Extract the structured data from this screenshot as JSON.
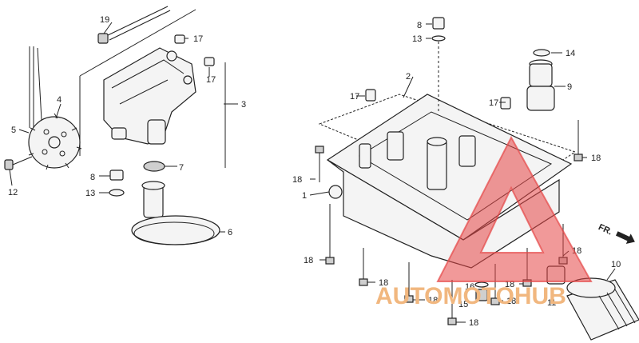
{
  "callouts": {
    "c1": "1",
    "c2": "2",
    "c3": "3",
    "c4": "4",
    "c5": "5",
    "c6": "6",
    "c7": "7",
    "c8a": "8",
    "c8b": "8",
    "c9": "9",
    "c10": "10",
    "c11": "11",
    "c12": "12",
    "c13a": "13",
    "c13b": "13",
    "c14": "14",
    "c15": "15",
    "c16": "16",
    "c17a": "17",
    "c17b": "17",
    "c17c": "17",
    "c17d": "17",
    "c18a": "18",
    "c18b": "18",
    "c18c": "18",
    "c18d": "18",
    "c18e": "18",
    "c18f": "18",
    "c18g": "18",
    "c18h": "18",
    "c18i": "18",
    "c19": "19"
  },
  "direction_label": "FR.",
  "watermark": {
    "text": "AUTOMOTOHUB",
    "color": "#f1b77f",
    "triangle_color": "#e64646"
  }
}
